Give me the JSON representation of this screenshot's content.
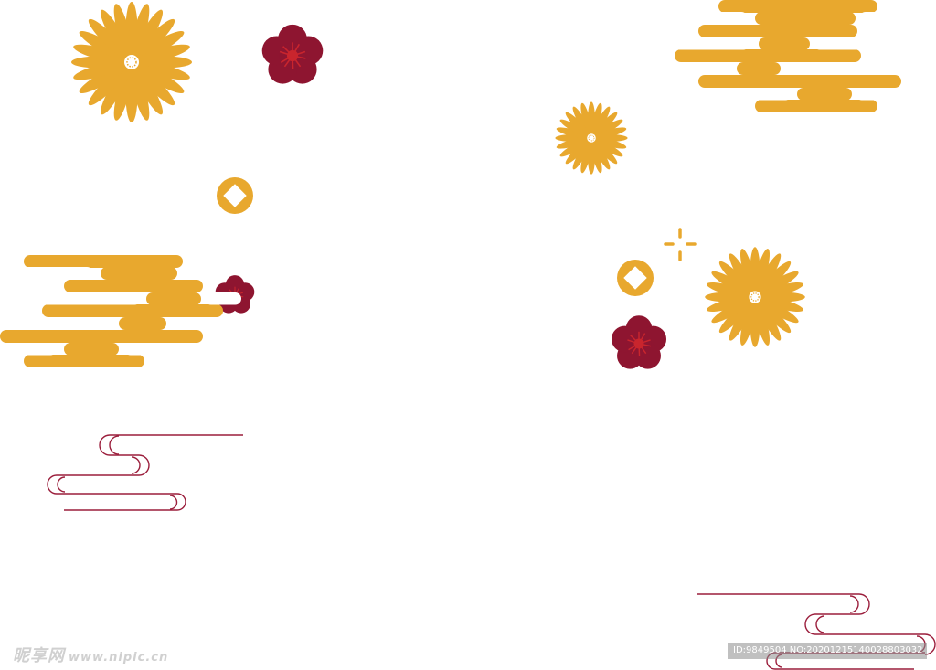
{
  "palette": {
    "gold": "#E8A82E",
    "plum": "#8E1530",
    "plum_center": "#C9252D",
    "line_red": "#9B1E3C",
    "background": "#FFFFFF"
  },
  "decorations": {
    "icons": [
      "chrysanthemum-icon",
      "plum-blossom-icon",
      "auspicious-cloud-icon",
      "coin-icon",
      "sparkle-icon",
      "wave-line-icon"
    ]
  },
  "watermark": {
    "logo_text": "昵享网",
    "site": "www.nipic.cn",
    "id_text": "ID:9849504 NO:20201215140028803032"
  }
}
